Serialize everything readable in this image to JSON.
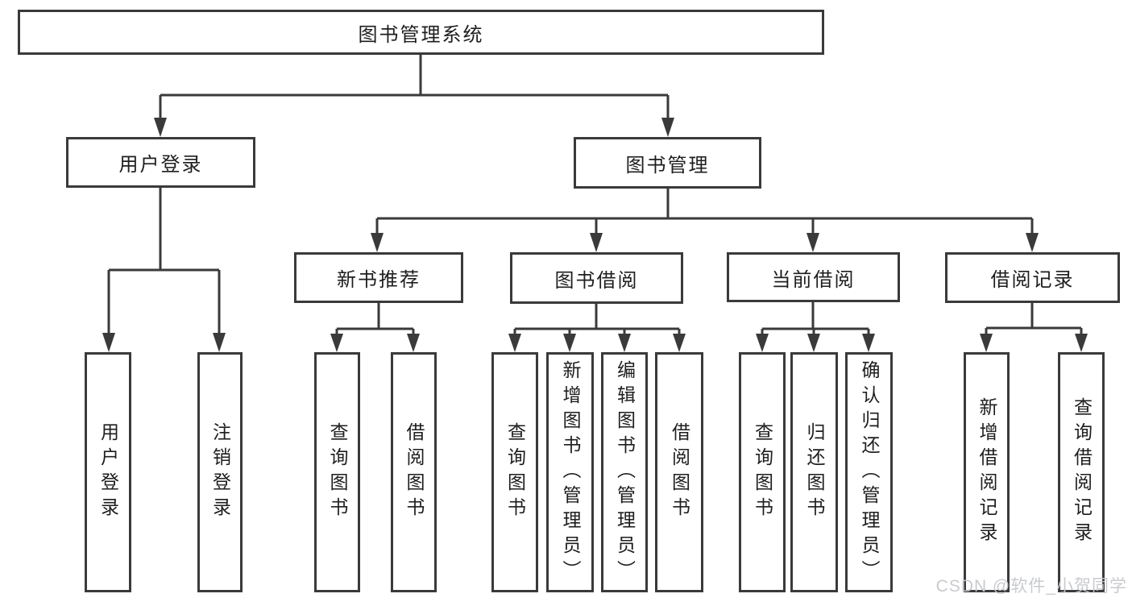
{
  "tree": {
    "label": "图书管理系统",
    "children": [
      {
        "label": "用户登录",
        "children": [
          {
            "label": "用户登录"
          },
          {
            "label": "注销登录"
          }
        ]
      },
      {
        "label": "图书管理",
        "children": [
          {
            "label": "新书推荐",
            "children": [
              {
                "label": "查询图书"
              },
              {
                "label": "借阅图书"
              }
            ]
          },
          {
            "label": "图书借阅",
            "children": [
              {
                "label": "查询图书"
              },
              {
                "label": "新增图书（管理员）"
              },
              {
                "label": "编辑图书（管理员）"
              },
              {
                "label": "借阅图书"
              }
            ]
          },
          {
            "label": "当前借阅",
            "children": [
              {
                "label": "查询图书"
              },
              {
                "label": "归还图书"
              },
              {
                "label": "确认归还（管理员）"
              }
            ]
          },
          {
            "label": "借阅记录",
            "children": [
              {
                "label": "新增借阅记录"
              },
              {
                "label": "查询借阅记录"
              }
            ]
          }
        ]
      }
    ]
  },
  "watermark": {
    "text": "CSDN @软件_小贺同学",
    "color": "#c6c8cd"
  },
  "colors": {
    "line": "#3a3a3a",
    "box_border": "#3a3a3a",
    "box_fill": "#ffffff",
    "text": "#1e1e1e",
    "background": "#ffffff"
  }
}
